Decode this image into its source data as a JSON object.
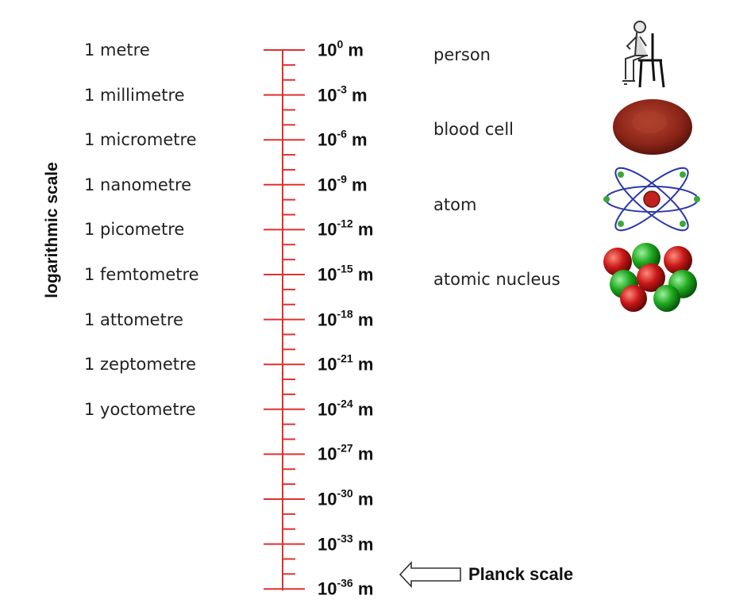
{
  "axis_title": "logarithmic scale",
  "scale": {
    "unit_suffix": " m",
    "ticks": [
      {
        "exponent": 0,
        "base": "10",
        "sup": "0",
        "name": "1 metre"
      },
      {
        "exponent": -3,
        "base": "10",
        "sup": "-3",
        "name": "1 millimetre"
      },
      {
        "exponent": -6,
        "base": "10",
        "sup": "-6",
        "name": "1 micrometre"
      },
      {
        "exponent": -9,
        "base": "10",
        "sup": "-9",
        "name": "1 nanometre"
      },
      {
        "exponent": -12,
        "base": "10",
        "sup": "-12",
        "name": "1 picometre"
      },
      {
        "exponent": -15,
        "base": "10",
        "sup": "-15",
        "name": "1 femtometre"
      },
      {
        "exponent": -18,
        "base": "10",
        "sup": "-18",
        "name": "1 attometre"
      },
      {
        "exponent": -21,
        "base": "10",
        "sup": "-21",
        "name": "1 zeptometre"
      },
      {
        "exponent": -24,
        "base": "10",
        "sup": "-24",
        "name": "1 yoctometre"
      },
      {
        "exponent": -27,
        "base": "10",
        "sup": "-27",
        "name": ""
      },
      {
        "exponent": -30,
        "base": "10",
        "sup": "-30",
        "name": ""
      },
      {
        "exponent": -33,
        "base": "10",
        "sup": "-33",
        "name": ""
      },
      {
        "exponent": -36,
        "base": "10",
        "sup": "-36",
        "name": ""
      }
    ]
  },
  "objects": [
    {
      "label": "person",
      "icon": "person-sitting-icon",
      "exponent": 0
    },
    {
      "label": "blood cell",
      "icon": "blood-cell-icon",
      "exponent": -5
    },
    {
      "label": "atom",
      "icon": "atom-icon",
      "exponent": -10
    },
    {
      "label": "atomic nucleus",
      "icon": "atomic-nucleus-icon",
      "exponent": -15
    }
  ],
  "planck": {
    "label": "Planck scale",
    "exponent": -35
  }
}
